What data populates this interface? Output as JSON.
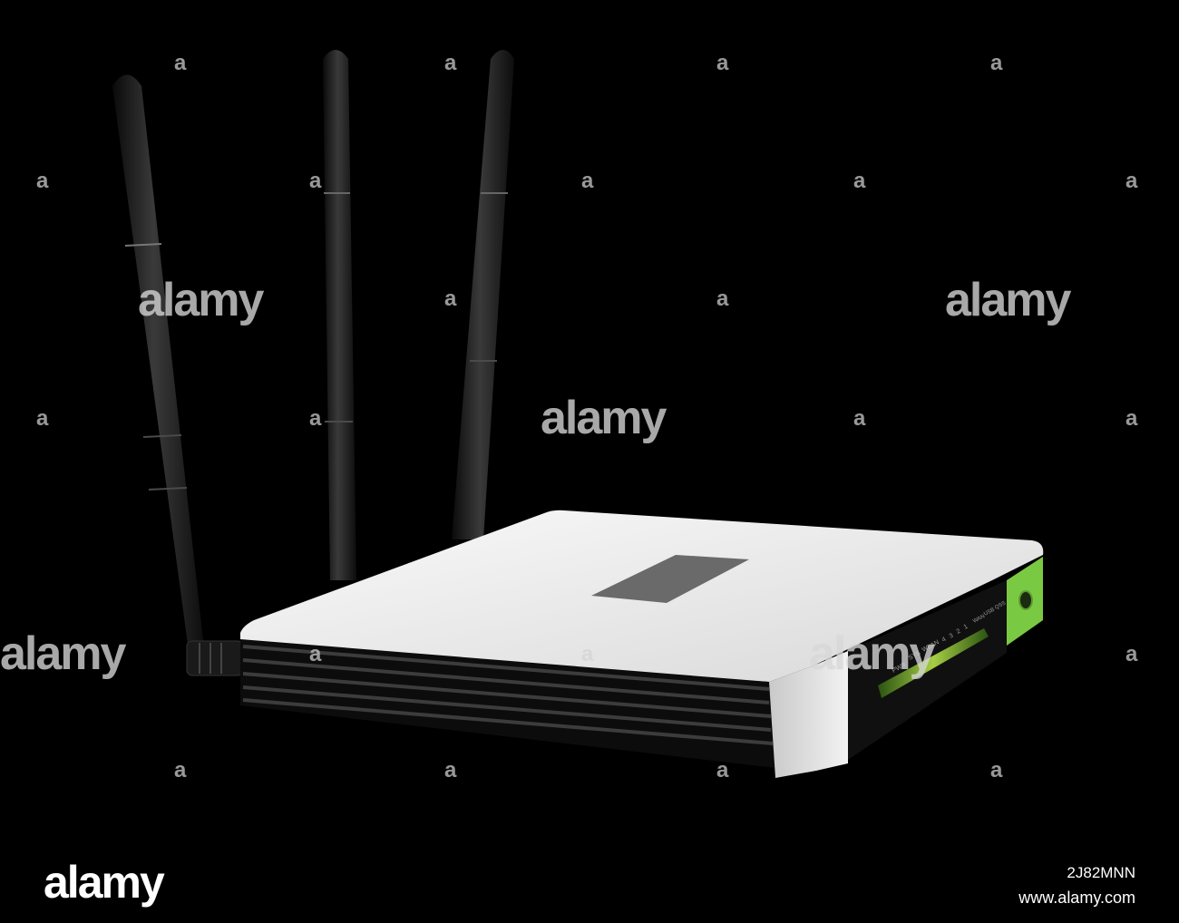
{
  "watermark": {
    "brand": "alamy",
    "mark": "a"
  },
  "led_labels": [
    "PWR",
    "SYS",
    "WLAN",
    "4",
    "3",
    "2",
    "1",
    "WAN",
    "USB",
    "QSS"
  ],
  "footer": {
    "logo": "alamy",
    "image_id": "2J82MNN",
    "url": "www.alamy.com"
  },
  "colors": {
    "background": "#000000",
    "router_body": "#e8e8e8",
    "accent_green": "#7ac943"
  }
}
